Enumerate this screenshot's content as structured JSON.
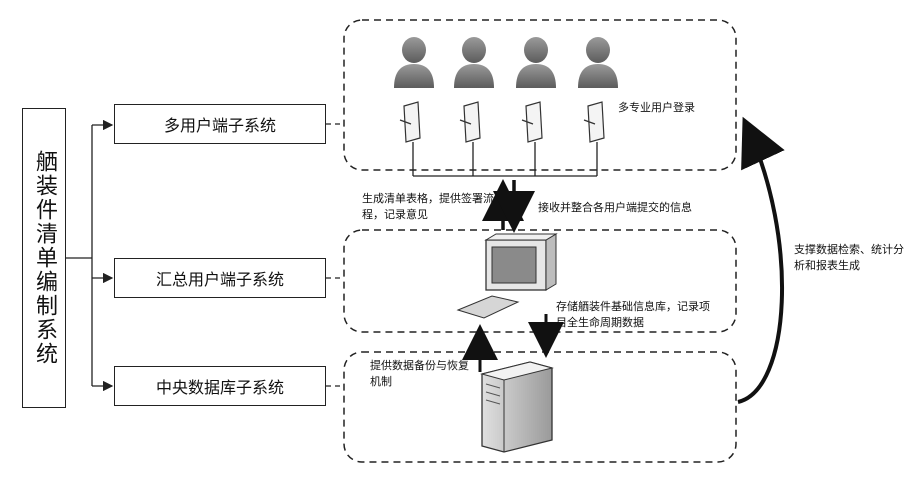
{
  "main_system": {
    "title": "舾装件清单编制系统"
  },
  "subsystems": [
    {
      "label": "多用户端子系统"
    },
    {
      "label": "汇总用户端子系统"
    },
    {
      "label": "中央数据库子系统"
    }
  ],
  "annotations": {
    "multi_user_login": "多专业用户登录",
    "generate_list": "生成清单表格，提供签署流程，记录意见",
    "receive_integrate": "接收并整合各用户端提交的信息",
    "store_database": "存储舾装件基础信息库，记录项目全生命周期数据",
    "backup_recovery": "提供数据备份与恢复机制",
    "support_analysis": "支撑数据检索、统计分析和报表生成"
  },
  "users": [
    {
      "id": "user-1"
    },
    {
      "id": "user-2"
    },
    {
      "id": "user-3"
    },
    {
      "id": "user-4"
    }
  ]
}
